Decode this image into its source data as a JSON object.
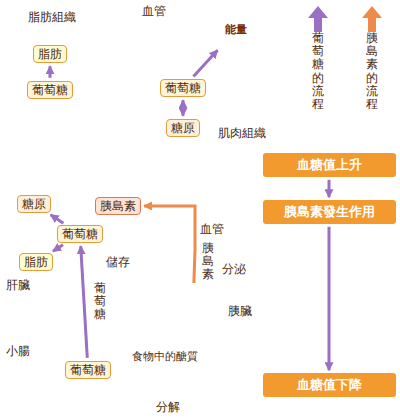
{
  "diagram": {
    "nodes": [
      {
        "text": [
          "脂肪組織"
        ]
      },
      {
        "text": [
          "脂肪"
        ],
        "in": 0
      },
      {
        "text": [
          "葡萄糖"
        ],
        "in": 0
      },
      {
        "text": [
          "肌肉組織"
        ]
      },
      {
        "text": [
          "葡萄糖"
        ],
        "in": 3
      },
      {
        "text": [
          "糖原"
        ],
        "in": 3
      },
      {
        "text": [
          "能量"
        ]
      },
      {
        "text": [
          "肝臟"
        ]
      },
      {
        "text": [
          "糖原"
        ],
        "in": 7
      },
      {
        "text": [
          "葡萄糖"
        ],
        "in": 7
      },
      {
        "text": [
          "脂肪"
        ],
        "in": 7
      },
      {
        "text": [
          "胰島素"
        ],
        "in": 7
      },
      {
        "text": [
          "胰臟"
        ]
      },
      {
        "text": [
          "小腸"
        ]
      },
      {
        "text": [
          "葡萄糖"
        ],
        "in": 13
      },
      {
        "text": [
          "血糖值上升"
        ]
      },
      {
        "text": [
          "胰島素發生作用"
        ]
      },
      {
        "text": [
          "血糖值下降"
        ]
      }
    ],
    "edges": [
      {
        "from": 2,
        "to": 1,
        "arrow": "to"
      },
      {
        "from": 4,
        "to": 5,
        "arrow": "both"
      },
      {
        "from": 4,
        "to": 6,
        "arrow": "to"
      },
      {
        "from": 9,
        "to": 8,
        "arrow": "to"
      },
      {
        "from": 9,
        "to": 10,
        "arrow": "to"
      },
      {
        "from": 14,
        "to": 9,
        "label": "葡萄糖",
        "arrow": "to"
      },
      {
        "from": 12,
        "to": 11,
        "label": "胰島素",
        "arrow": "to"
      },
      {
        "from": 15,
        "to": 16,
        "arrow": "to"
      },
      {
        "from": 16,
        "to": 17,
        "arrow": "to"
      }
    ],
    "labels": [
      "血管",
      "血管",
      "儲存",
      "分泌",
      "食物中的醣質",
      "分解"
    ],
    "legend": [
      {
        "text": "葡萄糖的流程",
        "color": "#9b6fc2"
      },
      {
        "text": "胰島素的流程",
        "color": "#f08a48"
      }
    ]
  }
}
